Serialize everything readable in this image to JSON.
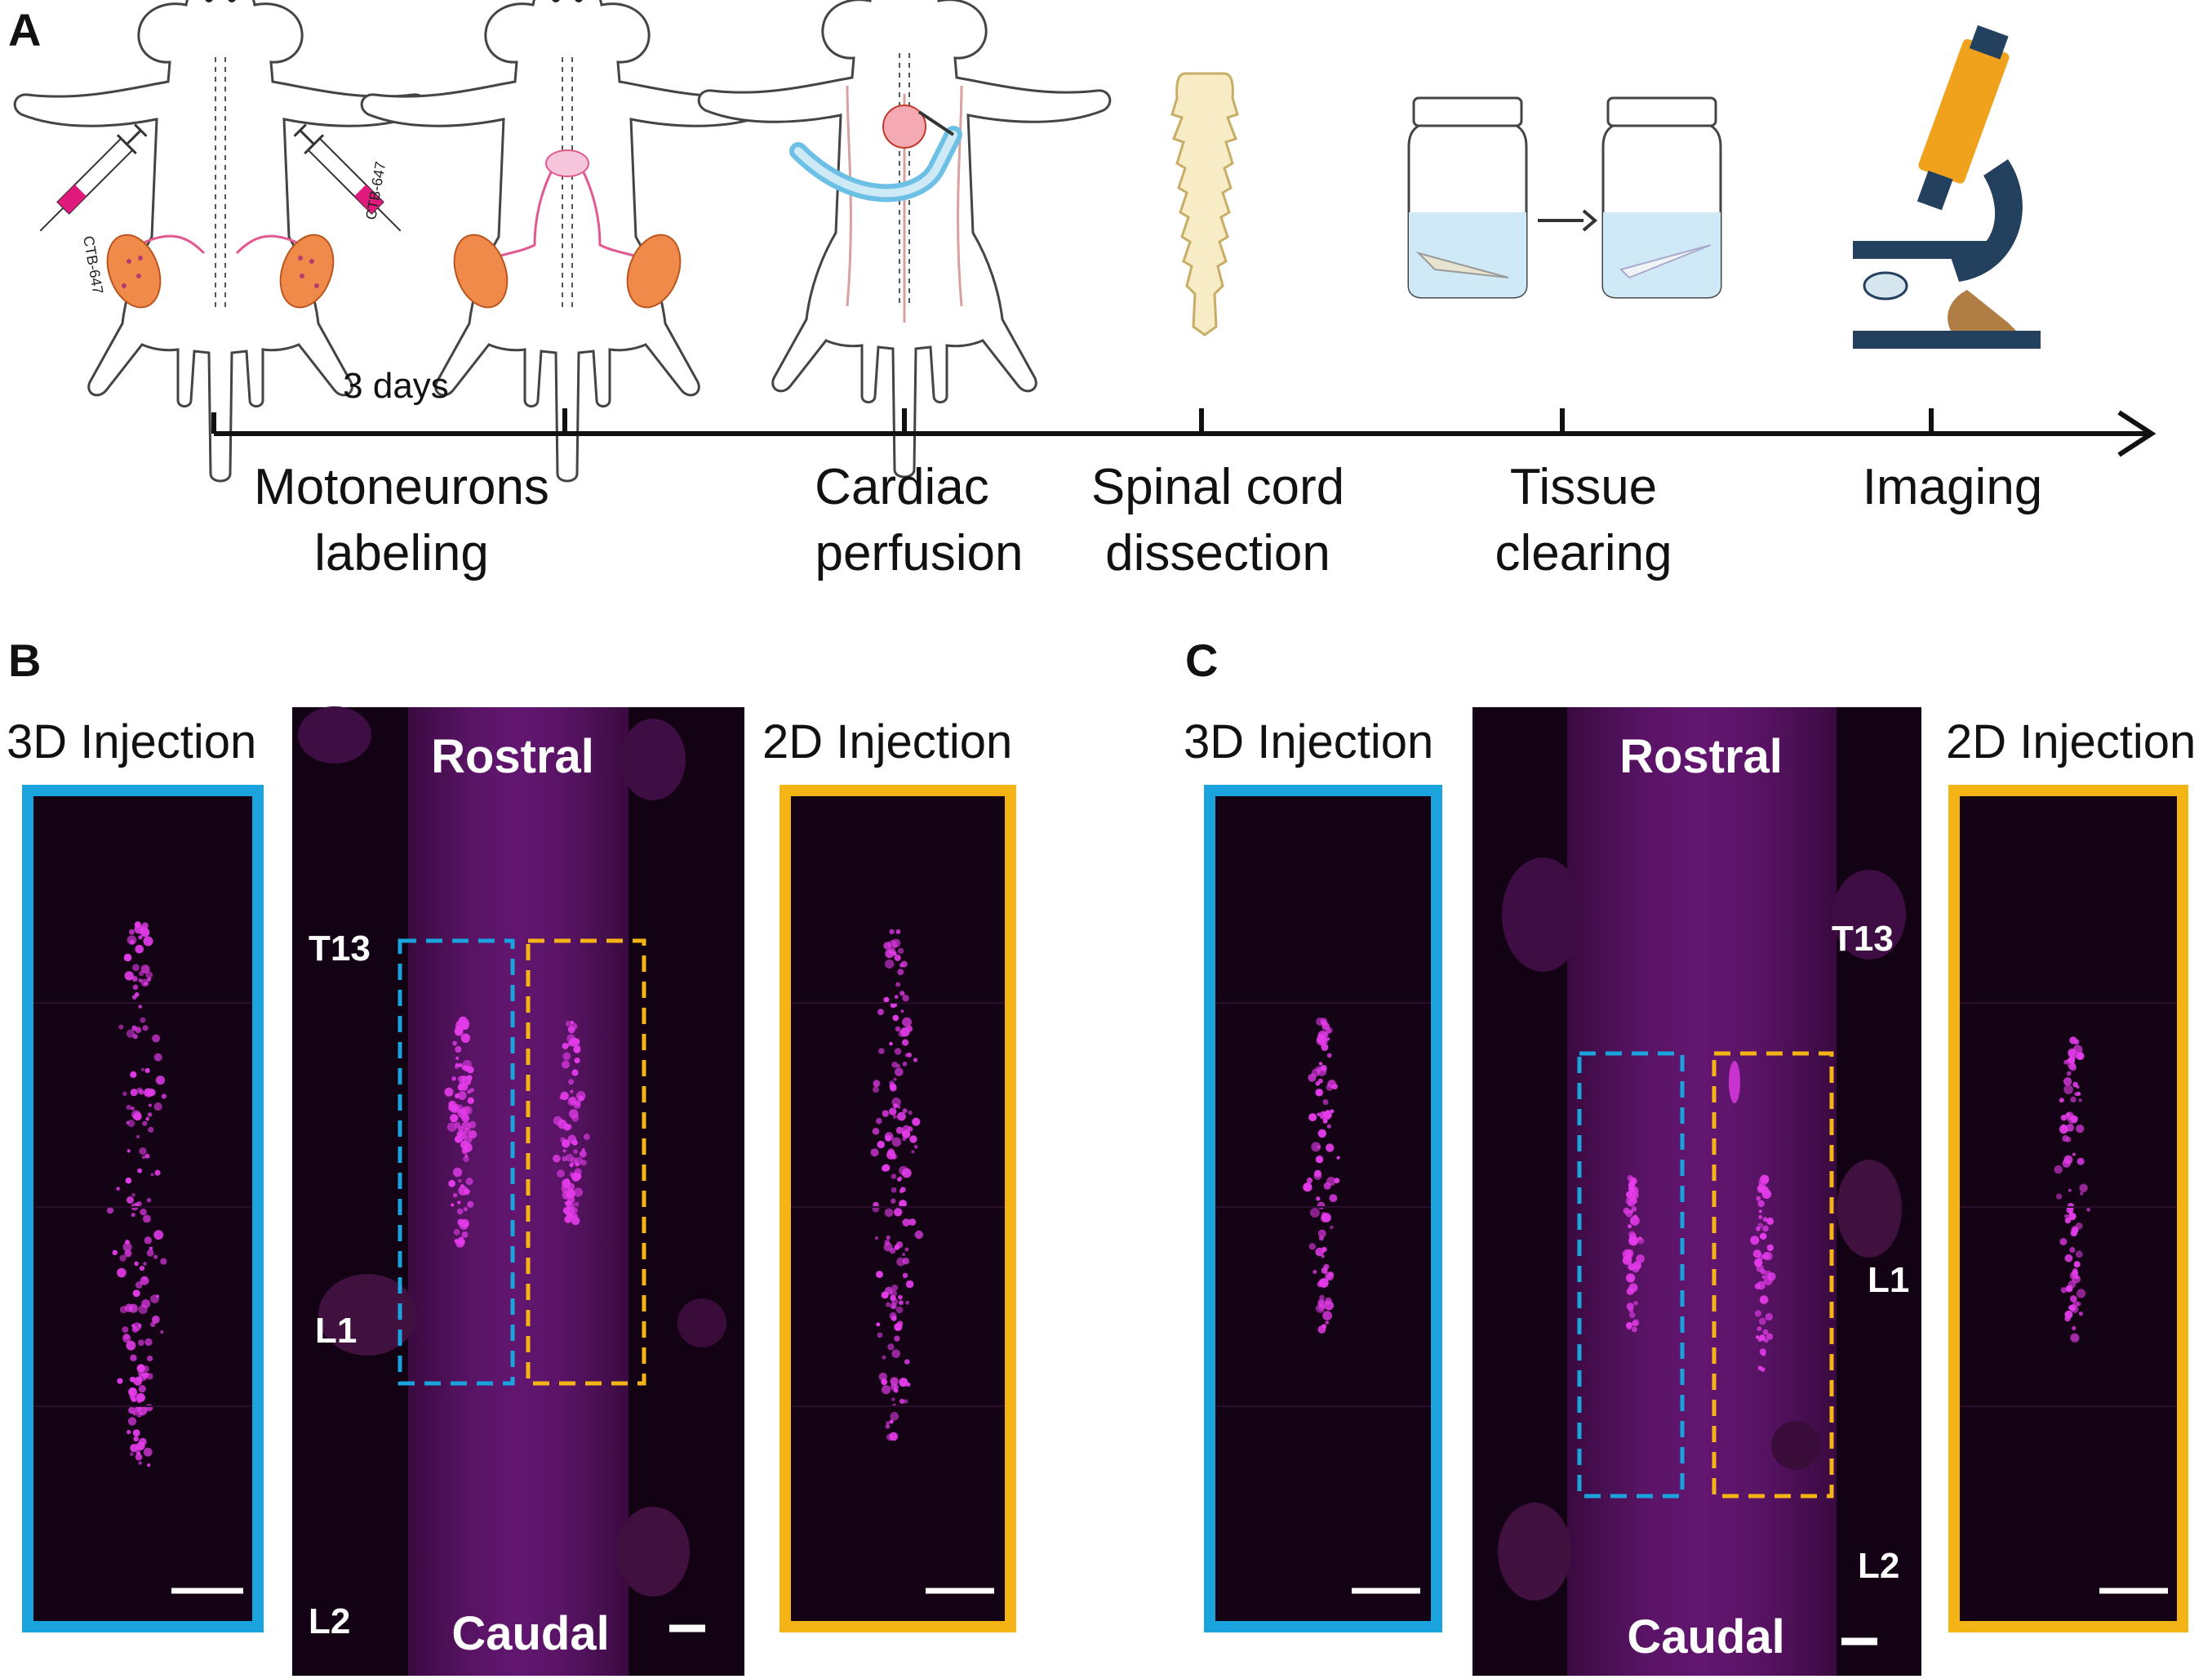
{
  "panels": {
    "a": {
      "letter": "A"
    },
    "b": {
      "letter": "B"
    },
    "c": {
      "letter": "C"
    }
  },
  "workflow": {
    "interval_label": "3 days",
    "syringe_label": "CTB-647",
    "steps": [
      {
        "line1": "Motoneurons",
        "line2": "labeling"
      },
      {
        "line1": "Cardiac",
        "line2": "perfusion"
      },
      {
        "line1": "Spinal cord",
        "line2": "dissection"
      },
      {
        "line1": "Tissue",
        "line2": "clearing"
      },
      {
        "line1": "Imaging",
        "line2": ""
      }
    ]
  },
  "microscopy": {
    "injection_3d": "3D Injection",
    "injection_2d": "2D Injection",
    "rostral": "Rostral",
    "caudal": "Caudal",
    "segments": {
      "t13": "T13",
      "l1": "L1",
      "l2": "L2"
    }
  },
  "colors": {
    "blue_box": "#1aa3dc",
    "orange_box": "#f5b415",
    "stain": "#e43bea",
    "micro_bg": "#120214",
    "muscle": "#f08a4b",
    "microscope_body": "#24405f",
    "microscope_tube": "#f0a21c"
  }
}
